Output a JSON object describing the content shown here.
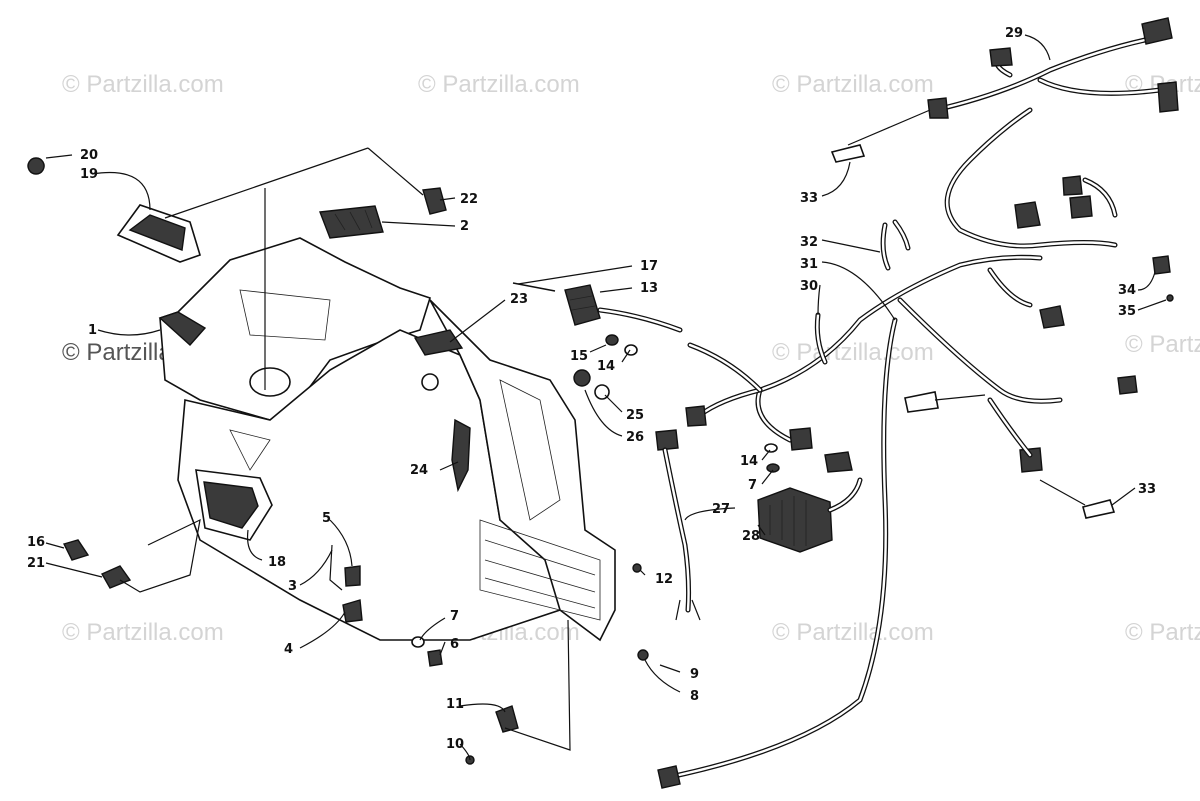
{
  "watermark": "© Partzilla.com",
  "callouts": [
    {
      "id": "c20",
      "label": "20"
    },
    {
      "id": "c19",
      "label": "19"
    },
    {
      "id": "c22",
      "label": "22"
    },
    {
      "id": "c2",
      "label": "2"
    },
    {
      "id": "c1",
      "label": "1"
    },
    {
      "id": "c23",
      "label": "23"
    },
    {
      "id": "c17",
      "label": "17"
    },
    {
      "id": "c13",
      "label": "13"
    },
    {
      "id": "c15",
      "label": "15"
    },
    {
      "id": "c14a",
      "label": "14"
    },
    {
      "id": "c25",
      "label": "25"
    },
    {
      "id": "c26",
      "label": "26"
    },
    {
      "id": "c24",
      "label": "24"
    },
    {
      "id": "c18",
      "label": "18"
    },
    {
      "id": "c16",
      "label": "16"
    },
    {
      "id": "c21",
      "label": "21"
    },
    {
      "id": "c5",
      "label": "5"
    },
    {
      "id": "c3",
      "label": "3"
    },
    {
      "id": "c4",
      "label": "4"
    },
    {
      "id": "c7a",
      "label": "7"
    },
    {
      "id": "c6",
      "label": "6"
    },
    {
      "id": "c12",
      "label": "12"
    },
    {
      "id": "c9",
      "label": "9"
    },
    {
      "id": "c8",
      "label": "8"
    },
    {
      "id": "c11",
      "label": "11"
    },
    {
      "id": "c10",
      "label": "10"
    },
    {
      "id": "c27",
      "label": "27"
    },
    {
      "id": "c28",
      "label": "28"
    },
    {
      "id": "c14b",
      "label": "14"
    },
    {
      "id": "c7b",
      "label": "7"
    },
    {
      "id": "c29",
      "label": "29"
    },
    {
      "id": "c33a",
      "label": "33"
    },
    {
      "id": "c32",
      "label": "32"
    },
    {
      "id": "c31",
      "label": "31"
    },
    {
      "id": "c30",
      "label": "30"
    },
    {
      "id": "c34",
      "label": "34"
    },
    {
      "id": "c35",
      "label": "35"
    },
    {
      "id": "c33b",
      "label": "33"
    }
  ]
}
